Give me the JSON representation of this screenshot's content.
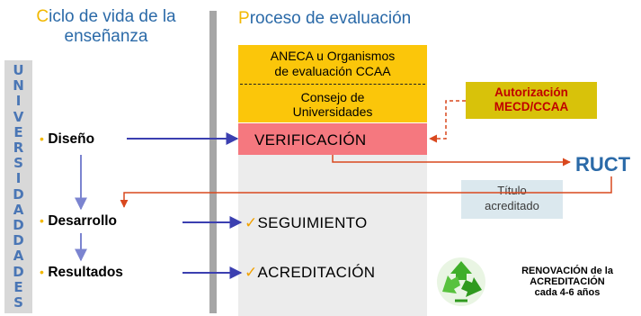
{
  "left_heading": {
    "initial": "C",
    "rest": "iclo de vida de la",
    "line2": "enseñanza"
  },
  "right_heading": {
    "initial": "P",
    "rest": "roceso de evaluación"
  },
  "universidades": [
    "U",
    "N",
    "I",
    "V",
    "E",
    "R",
    "S",
    "I",
    "D",
    "A",
    "D",
    "D",
    "A",
    "D",
    "E",
    "S"
  ],
  "stages": {
    "diseno": "Diseño",
    "desarrollo": "Desarrollo",
    "resultados": "Resultados",
    "bullet": "•"
  },
  "boxes": {
    "aneca_line1": "ANECA u Organismos",
    "aneca_line2": "de evaluación CCAA",
    "consejo_line1": "Consejo de",
    "consejo_line2": "Universidades",
    "verificacion": "VERIFICACIÓN",
    "seguimiento": "SEGUIMIENTO",
    "acreditacion": "ACREDITACIÓN",
    "check": "✓"
  },
  "autorizacion": {
    "line1": "Autorización",
    "line2": "MECD/CCAA"
  },
  "ruct": "RUCT",
  "titulo": {
    "line1": "Título",
    "line2": "acreditado"
  },
  "renovacion": {
    "line1": "RENOVACIÓN de la",
    "line2": "ACREDITACIÓN",
    "line3": "cada 4-6 años"
  },
  "icons": {
    "recycle": "recycle-icon"
  },
  "colors": {
    "heading_blue": "#2b6aa8",
    "accent_yellow": "#f2b800",
    "aneca_yellow": "#fbc60a",
    "verif_pink": "#f5787f",
    "arrow_blue": "#3b3fb0",
    "light_arrow_blue": "#7b84d0",
    "red_line": "#d9481e",
    "auth_olive": "#d8c20a",
    "recycle_green": "#3fae2a"
  }
}
